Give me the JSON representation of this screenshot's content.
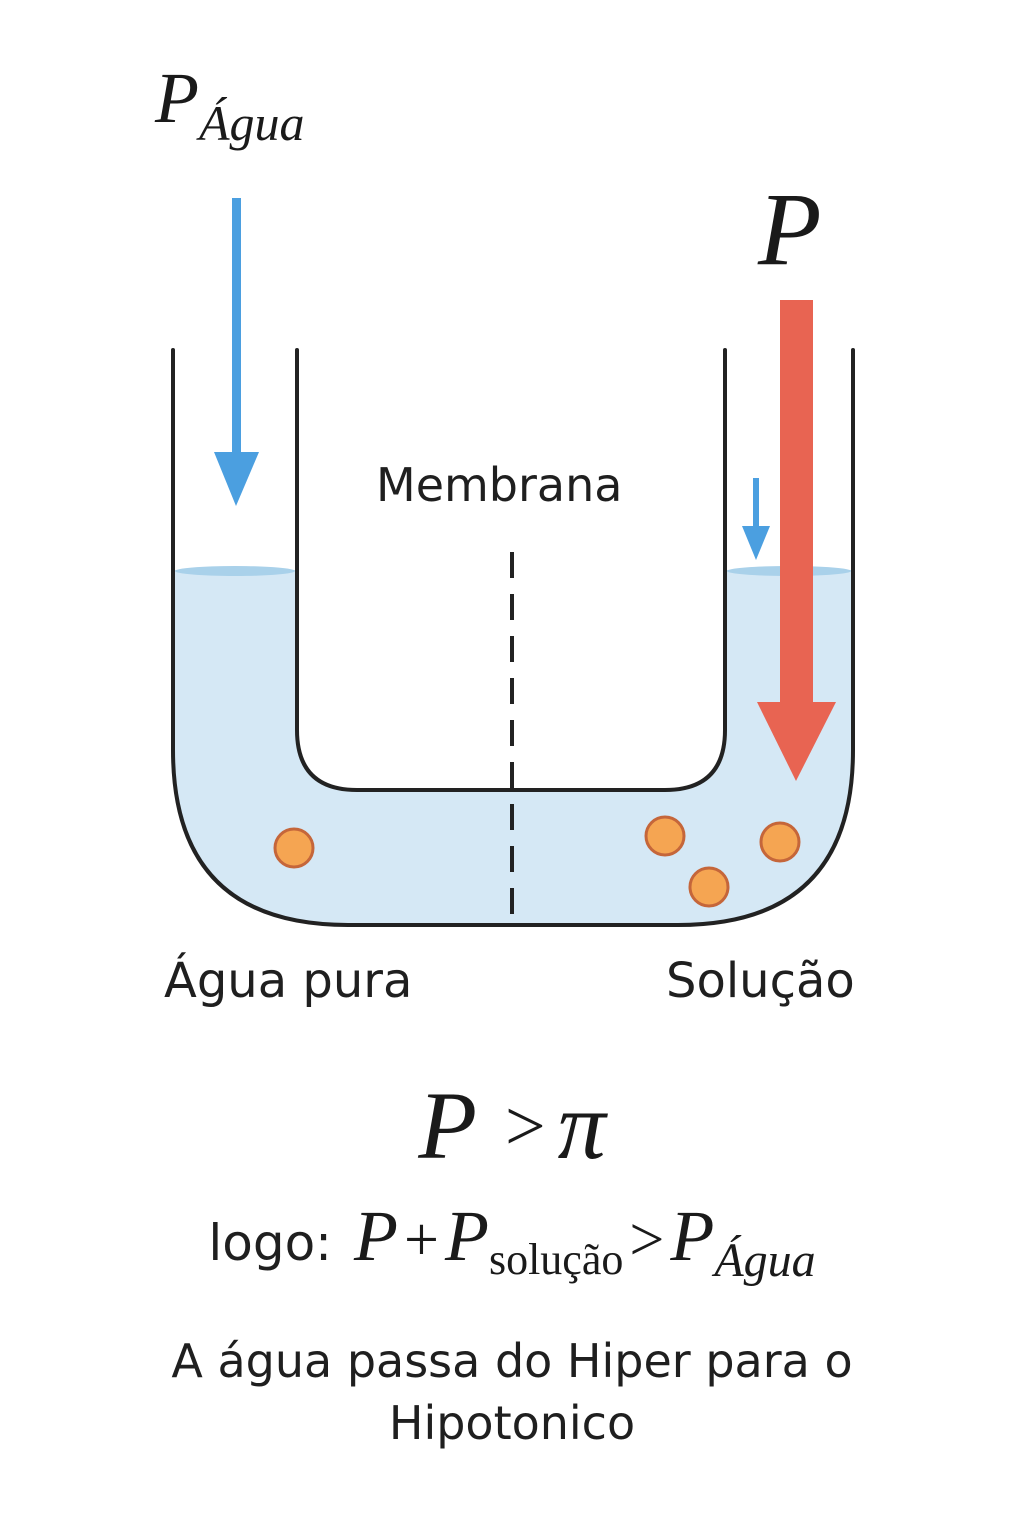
{
  "labels": {
    "p_agua": {
      "main": "P",
      "sub": "Água"
    },
    "p": "P",
    "membrana": "Membrana",
    "agua_pura": "Água pura",
    "solucao": "Solução"
  },
  "equations": {
    "ineq_left": "P",
    "ineq_op": ">",
    "ineq_right": "π",
    "logo_word": "logo:",
    "logo_p1": "P",
    "logo_plus": "+",
    "logo_p2": "P",
    "logo_p2_sub": "solução",
    "logo_gt": ">",
    "logo_p3": "P",
    "logo_p3_sub": "Água"
  },
  "conclusion": {
    "line1": "A água passa do Hiper para o",
    "line2": "Hipotonico"
  },
  "colors": {
    "water_fill": "#d5e8f5",
    "water_surface": "#a9d1ea",
    "blue_arrow": "#4b9fe0",
    "red_arrow": "#e86452",
    "particle_fill": "#f5a552",
    "particle_stroke": "#c5663a",
    "tube_stroke": "#222222"
  }
}
